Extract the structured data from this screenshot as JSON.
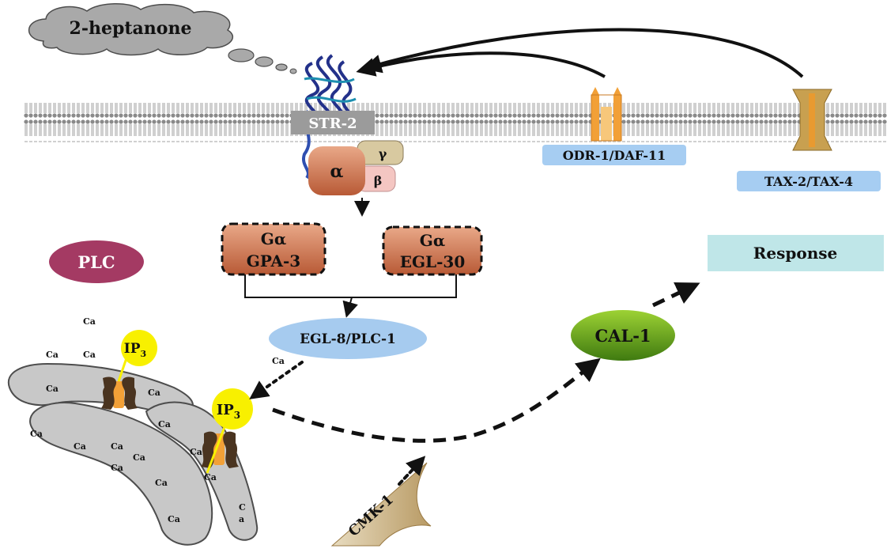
{
  "labels": {
    "odorant": "2-heptanone",
    "receptor": "STR-2",
    "g_alpha": "α",
    "g_gamma": "γ",
    "g_beta": "β",
    "ga_symbol_1": "Gα",
    "gpa3": "GPA-3",
    "ga_symbol_2": "Gα",
    "egl30": "EGL-30",
    "plc": "PLC",
    "egl8": "EGL-8/PLC-1",
    "odr1": "ODR-1/DAF-11",
    "tax": "TAX-2/TAX-4",
    "response": "Response",
    "cal1": "CAL-1",
    "cmk1": "CMK-1",
    "ip3_main": "IP",
    "ip3_sub": "3",
    "ip3_top_main": "IP",
    "ip3_top_sub": "3",
    "ca": "Ca",
    "ca_c": "C",
    "ca_a": "a"
  },
  "colors": {
    "cloud": "#a9a9a9",
    "membrane": "#9a9a9a",
    "receptor": "#2d3f9a",
    "receptor_label_bg": "#9b9b9b",
    "g_protein": "#c2714e",
    "gamma_fill": "#d8c9a0",
    "beta_fill": "#f4c6c2",
    "plc": "#a43a63",
    "egl8": "#a6cbef",
    "label_box": "#a6cdf2",
    "response_box": "#bfe6e8",
    "cal1": "#5e9e17",
    "ip3": "#f8f000",
    "ip3_channel": "#4a3420",
    "er": "#c8c8c8",
    "orange_channel": "#f2a037",
    "tax_channel": "#c8a050",
    "cmk1": "#d8c49a"
  },
  "icons": [
    "cloud-icon",
    "receptor-icon",
    "membrane-icon",
    "er-icon",
    "channel-icon",
    "arrow-icon"
  ]
}
